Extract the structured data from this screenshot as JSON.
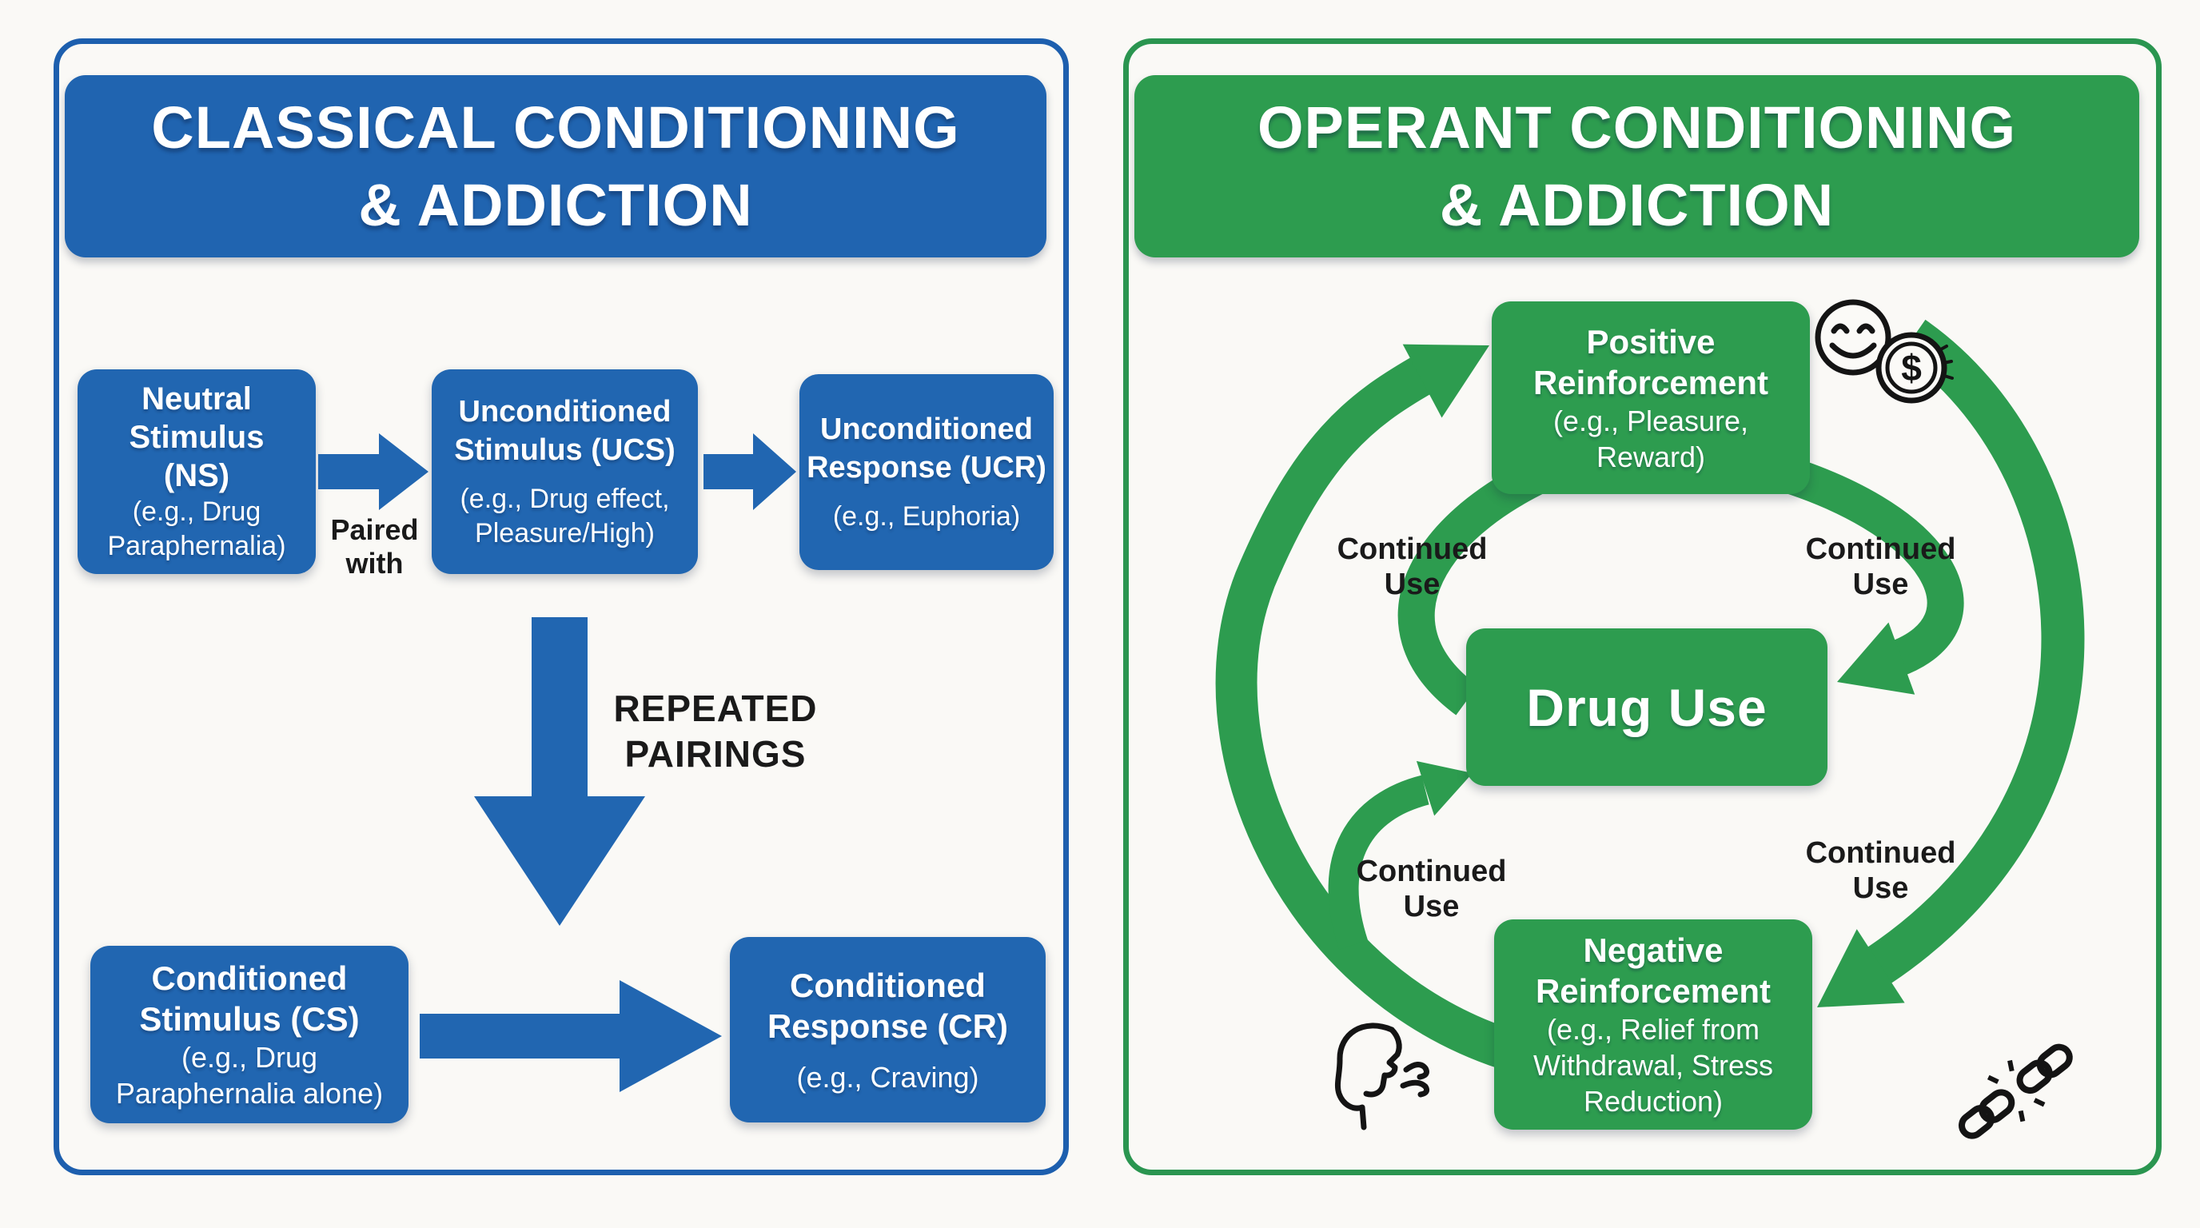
{
  "left_panel": {
    "accent_color": "#1d5fae",
    "box_fill_color": "#2166b1",
    "title": [
      "CLASSICAL CONDITIONING",
      "& ADDICTION"
    ],
    "ns_box": {
      "bold": [
        "Neutral",
        "Stimulus",
        "(NS)"
      ],
      "regular": [
        "(e.g., Drug",
        "Paraphernalia)"
      ]
    },
    "paired_with": [
      "Paired",
      "with"
    ],
    "ucs_box": {
      "bold": [
        "Unconditioned",
        "Stimulus (UCS)"
      ],
      "regular": [
        "(e.g., Drug effect,",
        "Pleasure/High)"
      ]
    },
    "ucr_box": {
      "bold": [
        "Unconditioned",
        "Response (UCR)"
      ],
      "regular": [
        "(e.g., Euphoria)"
      ]
    },
    "repeated_pairings": [
      "REPEATED",
      "PAIRINGS"
    ],
    "cs_box": {
      "bold": [
        "Conditioned",
        "Stimulus (CS)"
      ],
      "regular": [
        "(e.g., Drug",
        "Paraphernalia alone)"
      ]
    },
    "cr_box": {
      "bold": [
        "Conditioned",
        "Response (CR)"
      ],
      "regular": [
        "(e.g., Craving)"
      ]
    }
  },
  "right_panel": {
    "accent_color": "#2a9550",
    "box_fill_color": "#2d9c4f",
    "title": [
      "OPERANT CONDITIONING",
      "& ADDICTION"
    ],
    "positive_box": {
      "bold": [
        "Positive",
        "Reinforcement"
      ],
      "regular": [
        "(e.g., Pleasure,",
        "Reward)"
      ]
    },
    "drug_use_box": {
      "label": "Drug Use"
    },
    "negative_box": {
      "bold": [
        "Negative",
        "Reinforcement"
      ],
      "regular": [
        "(e.g., Relief from",
        "Withdrawal, Stress",
        "Reduction)"
      ]
    },
    "continued_use": [
      "Continued",
      "Use"
    ],
    "icons": {
      "reward": "smiley-face-with-dollar-coin",
      "withdrawal": "exhaling-face-profile",
      "breaking_free": "broken-chain"
    },
    "coin_symbol": "$"
  }
}
